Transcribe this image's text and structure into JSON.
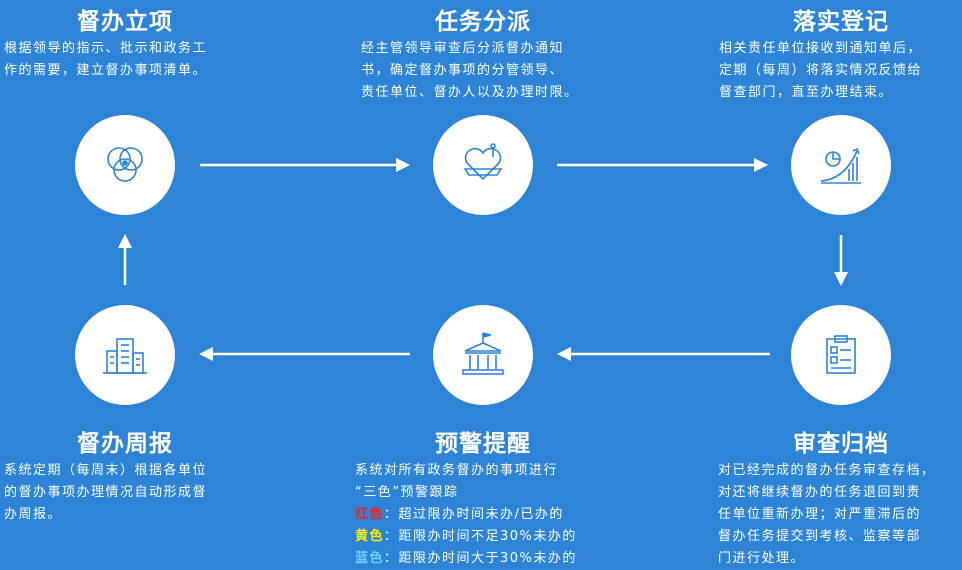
{
  "steps": [
    {
      "title": "督办立项",
      "desc": [
        "根据领导的指示、批示和政务工",
        "作的需要，建立督办事项清单。"
      ],
      "icon": "venn-diagram-icon"
    },
    {
      "title": "任务分派",
      "desc": [
        "经主管领导审查后分派督办通知",
        "书，确定督办事项的分管领导、",
        "责任单位、督办人以及办理时限。"
      ],
      "icon": "heart-pen-icon"
    },
    {
      "title": "落实登记",
      "desc": [
        "相关责任单位接收到通知单后，",
        "定期（每周）将落实情况反馈给",
        "督查部门，直至办理结束。"
      ],
      "icon": "growth-chart-icon"
    },
    {
      "title": "审查归档",
      "desc": [
        "对已经完成的督办任务审查存档，",
        "对还将继续督办的任务退回到责",
        "任单位重新办理；对严重滞后的",
        "督办任务提交到考核、监察等部",
        "门进行处理。"
      ],
      "icon": "clipboard-checklist-icon"
    },
    {
      "title": "预警提醒",
      "desc": [
        "系统对所有政务督办的事项进行",
        "“三色”预警跟踪"
      ],
      "legend": [
        {
          "label": "红色",
          "text": "：超过限办时间未办/已办的",
          "color": "#ff1a1a"
        },
        {
          "label": "黄色",
          "text": "：距限办时间不足30%未办的",
          "color": "#ffee00"
        },
        {
          "label": "蓝色",
          "text": "：距限办时间大于30%未办的",
          "color": "#6fd0ff"
        }
      ],
      "icon": "government-building-icon"
    },
    {
      "title": "督办周报",
      "desc": [
        "系统定期（每周末）根据各单位",
        "的督办事项办理情况自动形成督",
        "办周报。"
      ],
      "icon": "office-buildings-icon"
    }
  ]
}
